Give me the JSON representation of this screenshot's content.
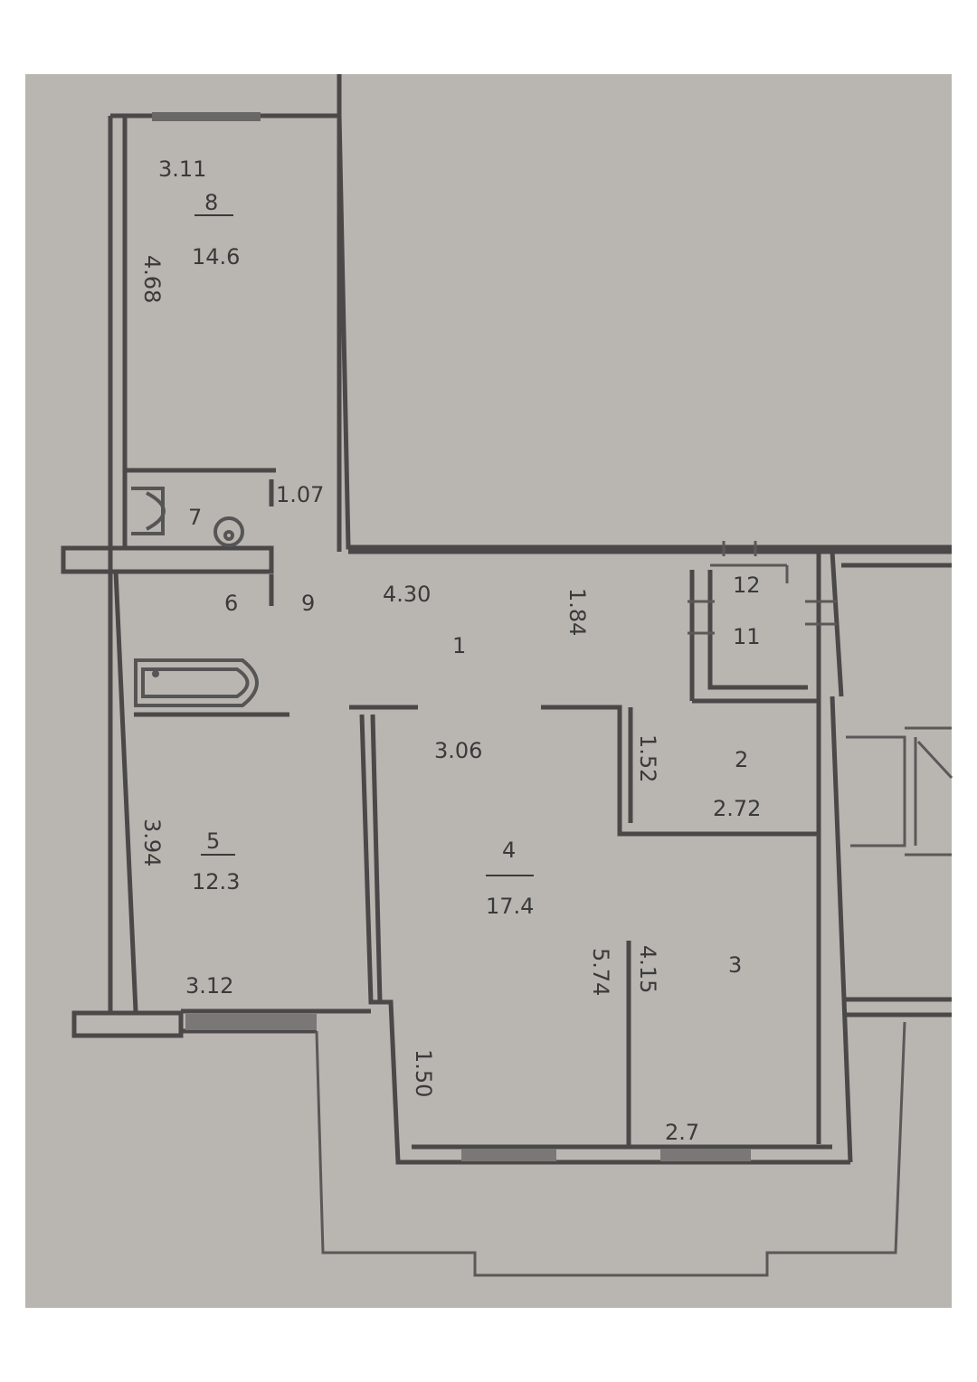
{
  "plan": {
    "rooms": [
      {
        "id": "room-8",
        "number": "8",
        "area": "14.6",
        "width": "3.11",
        "length": "4.68"
      },
      {
        "id": "room-7",
        "number": "7"
      },
      {
        "id": "room-6",
        "number": "6"
      },
      {
        "id": "room-9",
        "number": "9"
      },
      {
        "id": "room-1",
        "number": "1",
        "dim_a": "4.30",
        "dim_b": "1.84"
      },
      {
        "id": "room-12",
        "number": "12"
      },
      {
        "id": "room-11",
        "number": "11"
      },
      {
        "id": "room-2",
        "number": "2",
        "area": "2.72",
        "dim": "1.52"
      },
      {
        "id": "room-5",
        "number": "5",
        "area": "12.3",
        "width": "3.12",
        "length": "3.94"
      },
      {
        "id": "room-4",
        "number": "4",
        "area": "17.4",
        "dim_a": "3.06",
        "dim_b": "1.50",
        "dim_c": "5.74",
        "dim_d": "4.15"
      },
      {
        "id": "room-3",
        "number": "3",
        "dim": "2.7"
      }
    ],
    "extra_dims": {
      "corridor_width": "1.07"
    },
    "colors": {
      "background": "#b9b6b1",
      "paper": "#ffffff",
      "wall": "#4a4848",
      "text": "#3a3a3a"
    }
  }
}
